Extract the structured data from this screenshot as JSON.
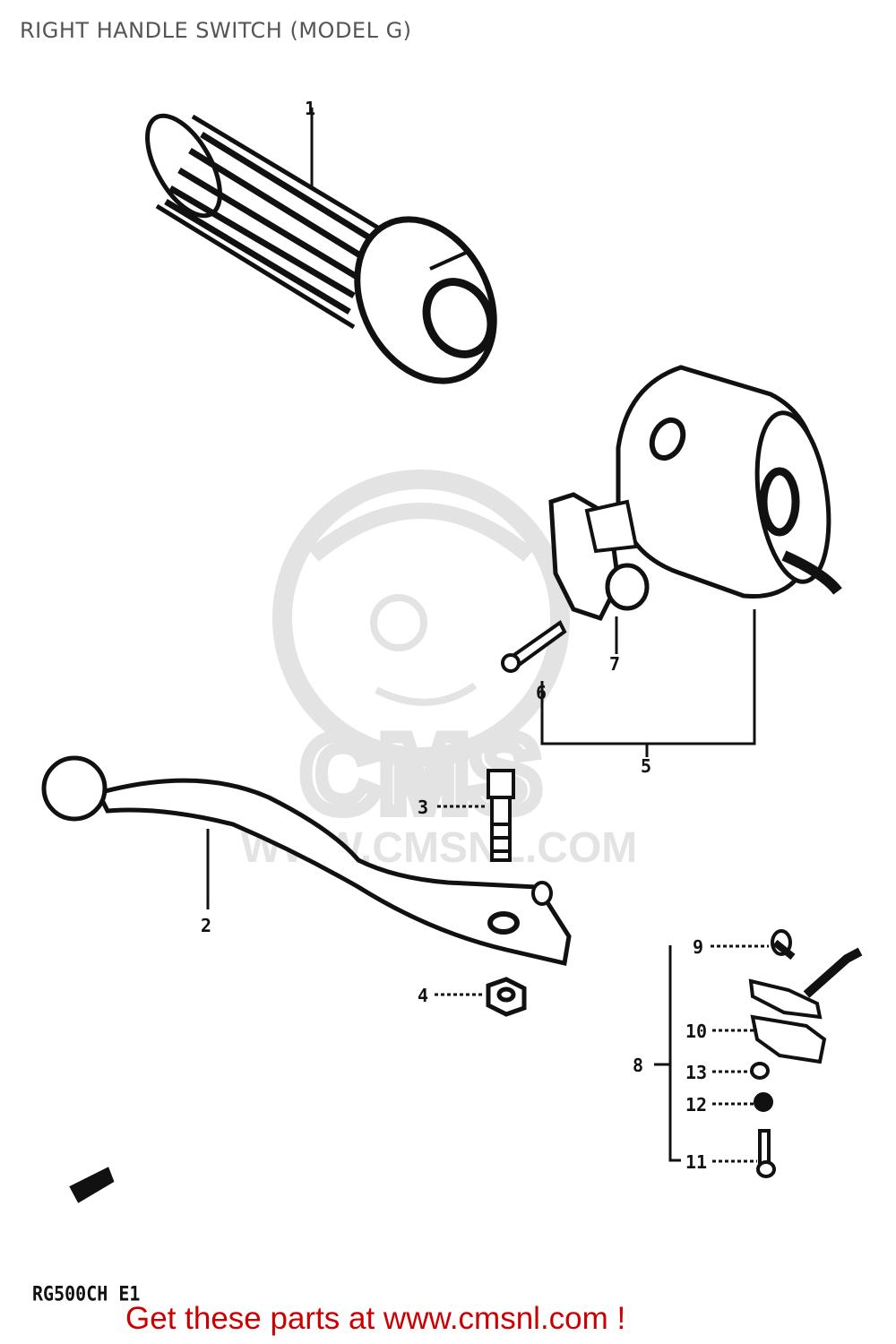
{
  "header": {
    "title": "RIGHT HANDLE SWITCH (MODEL G)"
  },
  "footer": {
    "model_code": "RG500CH E1",
    "promo_text": "Get these parts at www.cmsnl.com !"
  },
  "watermark": {
    "brand": "CMS",
    "url": "WWW.CMSNL.COM"
  },
  "callouts": [
    "1",
    "2",
    "3",
    "4",
    "5",
    "6",
    "7",
    "8",
    "9",
    "10",
    "11",
    "12",
    "13"
  ],
  "colors": {
    "title": "#555555",
    "promo": "#cc0000",
    "line_art": "#111111",
    "watermark": "#e3e3e3"
  }
}
